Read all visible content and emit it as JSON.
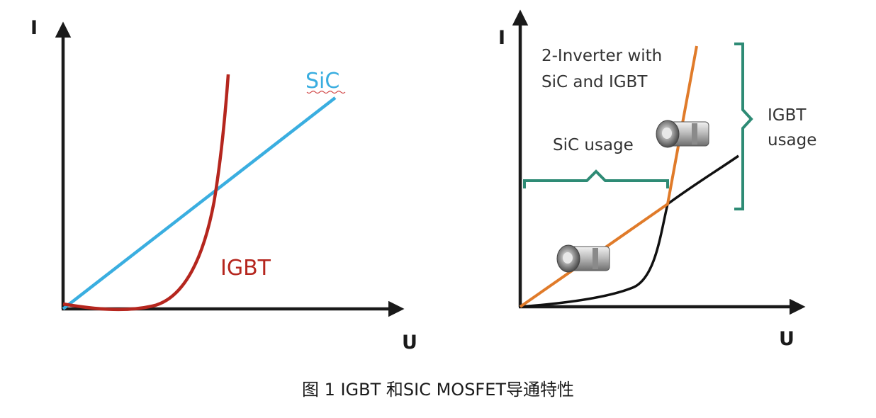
{
  "left_panel": {
    "y_axis_label": "I",
    "x_axis_label": "U",
    "sic_label": "SiC",
    "igbt_label": "IGBT"
  },
  "right_panel": {
    "y_axis_label": "I",
    "x_axis_label": "U",
    "inverter_label_line1": "2-Inverter with",
    "inverter_label_line2": "SiC and IGBT",
    "sic_usage_label": "SiC usage",
    "igbt_usage_line1": "IGBT",
    "igbt_usage_line2": "usage",
    "icon_upper": "sic-mosfet-module-icon",
    "icon_lower": "sic-mosfet-module-icon"
  },
  "caption": "图 1 IGBT 和SIC MOSFET导通特性",
  "colors": {
    "axis": "#1a1a1a",
    "sic_line": "#3aaee0",
    "igbt_curve": "#b5261e",
    "combined_curve": "#e07b2a",
    "igbt_curve_right": "#111111",
    "bracket": "#2e8b75",
    "sic_label": "#3aaee0",
    "igbt_label": "#b5261e"
  }
}
